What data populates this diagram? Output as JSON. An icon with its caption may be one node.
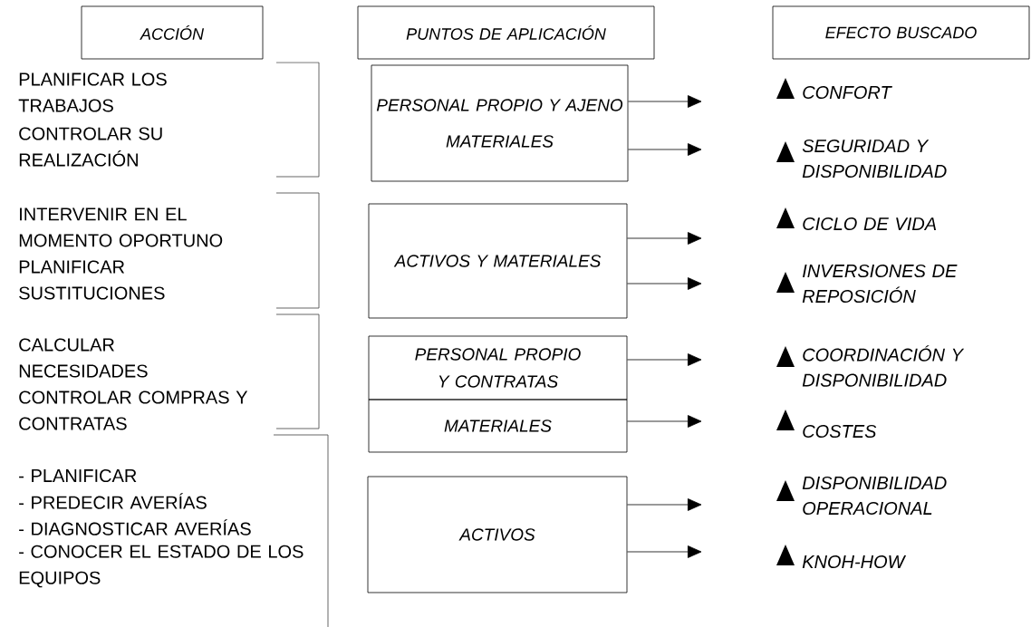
{
  "diagram": {
    "nodes": [
      {
        "text": [
          "ACCIÓN"
        ]
      },
      {
        "text": [
          "PUNTOS DE APLICACIÓN"
        ]
      },
      {
        "text": [
          "EFECTO BUSCADO"
        ]
      },
      {
        "text": [
          "PERSONAL PROPIO Y AJENO",
          "MATERIALES"
        ]
      },
      {
        "text": [
          "ACTIVOS Y MATERIALES"
        ]
      },
      {
        "text": [
          "PERSONAL PROPIO Y CONTRATAS"
        ]
      },
      {
        "text": [
          "MATERIALES"
        ]
      },
      {
        "text": [
          "ACTIVOS"
        ]
      }
    ],
    "edges": [
      {
        "from": 3,
        "to": null,
        "arrow": "to"
      },
      {
        "from": 3,
        "to": null,
        "arrow": "to"
      },
      {
        "from": 4,
        "to": null,
        "arrow": "to"
      },
      {
        "from": 4,
        "to": null,
        "arrow": "to"
      },
      {
        "from": 5,
        "to": null,
        "arrow": "to"
      },
      {
        "from": 6,
        "to": null,
        "arrow": "to"
      },
      {
        "from": 7,
        "to": null,
        "arrow": "to"
      },
      {
        "from": 7,
        "to": null,
        "arrow": "to"
      }
    ],
    "labels": [
      "PLANIFICAR LOS TRABAJOS",
      "CONTROLAR SU REALIZACIÓN",
      "INTERVENIR EN EL MOMENTO OPORTUNO",
      "PLANIFICAR SUSTITUCIONES",
      "CALCULAR NECESIDADES",
      "CONTROLAR COMPRAS Y CONTRATAS",
      "- PLANIFICAR",
      "- PREDECIR AVERÍAS",
      "- DIAGNOSTICAR AVERÍAS",
      "- CONOCER EL ESTADO DE LOS EQUIPOS",
      "CONFORT",
      "SEGURIDAD Y DISPONIBILIDAD",
      "CICLO DE VIDA",
      "INVERSIONES DE REPOSICIÓN",
      "COORDINACIÓN Y DISPONIBILIDAD",
      "COSTES",
      "DISPONIBILIDAD OPERACIONAL",
      "KNOH-HOW"
    ]
  }
}
